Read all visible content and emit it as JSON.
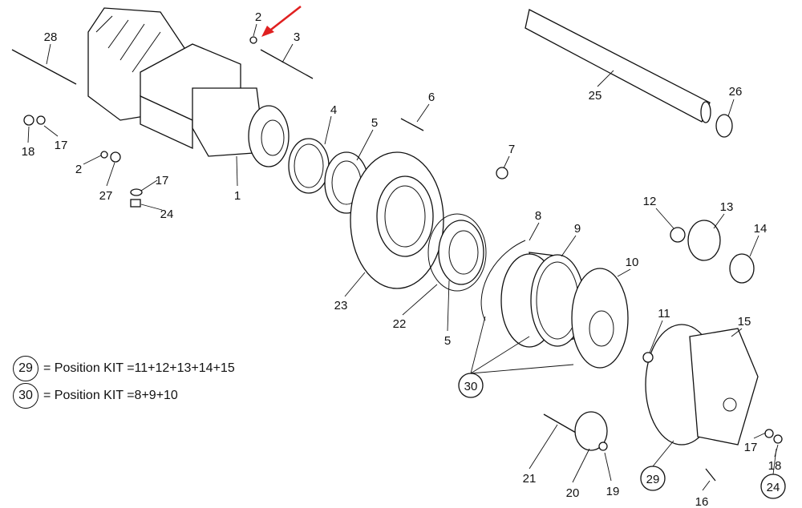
{
  "callouts": {
    "p2a": "2",
    "p3": "3",
    "p28": "28",
    "p18a": "18",
    "p17a": "17",
    "p2b": "2",
    "p27": "27",
    "p17b": "17",
    "p24a": "24",
    "p1": "1",
    "p4": "4",
    "p5a": "5",
    "p6": "6",
    "p7": "7",
    "p23": "23",
    "p22": "22",
    "p5b": "5",
    "p8": "8",
    "p9": "9",
    "p10": "10",
    "p11": "11",
    "p12": "12",
    "p13": "13",
    "p14": "14",
    "p15": "15",
    "p25": "25",
    "p26": "26",
    "p30": "30",
    "p21": "21",
    "p20": "20",
    "p19": "19",
    "p29": "29",
    "p16": "16",
    "p17c": "17",
    "p18b": "18",
    "p24b": "24"
  },
  "legend": [
    {
      "kit": "29",
      "text": "= Position KIT =11+12+13+14+15"
    },
    {
      "kit": "30",
      "text": "= Position KIT =8+9+10"
    }
  ],
  "colors": {
    "highlight_arrow": "#e02020"
  }
}
